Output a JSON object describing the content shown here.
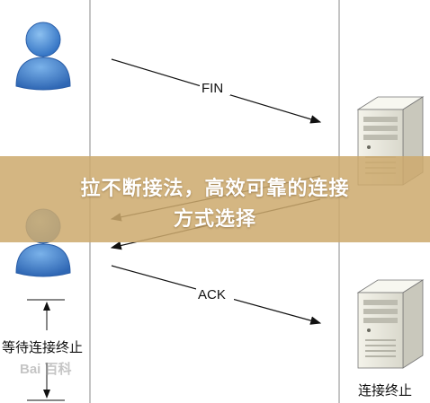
{
  "banner": {
    "line1": "拉不断接法，高效可靠的连接",
    "line2": "方式选择"
  },
  "messages": {
    "fin": "FIN",
    "ack": "ACK"
  },
  "labels": {
    "client_wait": "等待连接终止",
    "server_end": "连接终止"
  },
  "watermark": "Bai 百科",
  "icons": {
    "client": "user-icon",
    "server": "server-tower-icon"
  },
  "colors": {
    "user_blue": "#3f7fd0",
    "banner": "#cdaa6e",
    "server_beige": "#ecebdf"
  }
}
